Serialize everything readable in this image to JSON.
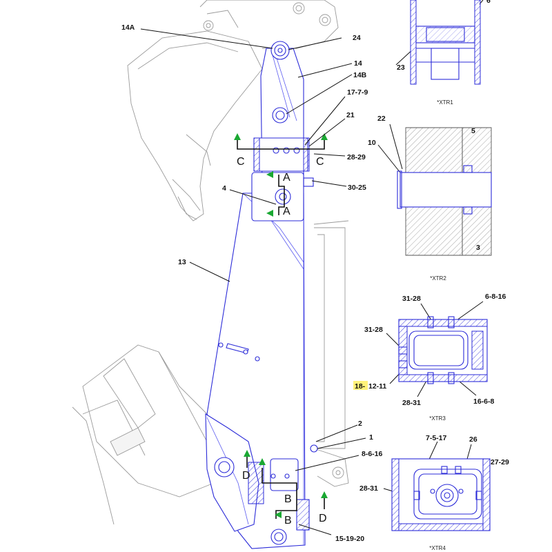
{
  "callouts": {
    "c14A": "14A",
    "c24": "24",
    "c14": "14",
    "c14B": "14B",
    "c17_7_9": "17-7-9",
    "c21": "21",
    "c28_29": "28-29",
    "c30_25": "30-25",
    "c4": "4",
    "c13": "13",
    "c2": "2",
    "c1": "1",
    "c8_6_16": "8-6-16",
    "c15_19_20": "15-19-20",
    "x1_23": "23",
    "x1_top": "6",
    "x2_22": "22",
    "x2_10": "10",
    "x2_5": "5",
    "x2_3": "3",
    "x3_31_28a": "31-28",
    "x3_6_8_16": "6-8-16",
    "x3_31_28b": "31-28",
    "x3_18_12_11_hl": "18-",
    "x3_18_12_11": "12-11",
    "x3_28_31": "28-31",
    "x3_16_6_8": "16-6-8",
    "x4_7_5_17": "7-5-17",
    "x4_26": "26",
    "x4_27_29": "27-29",
    "x4_28_31": "28-31"
  },
  "sections": {
    "c_left": "C",
    "c_right": "C",
    "a_top": "A",
    "a_bottom": "A",
    "b_top": "B",
    "b_bottom": "B",
    "d_left": "D",
    "d_right": "D"
  },
  "details": {
    "xtr1": "*XTR1",
    "xtr2": "*XTR2",
    "xtr3": "*XTR3",
    "xtr4": "*XTR4"
  },
  "colors": {
    "part_line": "#2b2bd8",
    "ghost_line": "#9a9a9a",
    "section_arrow": "#1aa832",
    "highlight": "#fff27a"
  }
}
